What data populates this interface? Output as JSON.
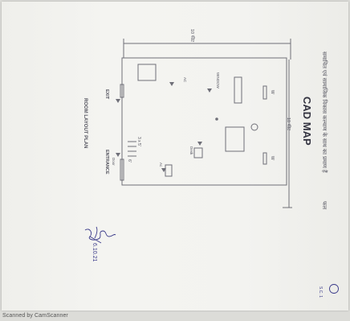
{
  "page": {
    "paper_color": "#f2f2ef",
    "line_color": "#6f6f78",
    "ink_color": "#3a3a8a"
  },
  "header": {
    "hindi_line_1": "समाचित एवं सामाजिक विकास कल्याण के साथ का प्रमाण हैं",
    "hindi_line_2": "फल",
    "title": "CAD MAP"
  },
  "dimensions": {
    "top_dimension": "10 फीट",
    "right_dimension": "10 फीट"
  },
  "rooms": {
    "label_w_left": "W",
    "label_w_right": "W",
    "window_left": "WINDOW",
    "ac_label": "AC",
    "shelf_label": "Ac",
    "door_label": "Door",
    "desk_label": "Desk",
    "stair_marks": "3 x 5'",
    "door_note": "6'"
  },
  "footer_labels": {
    "exit": "EXIT",
    "entrance": "ENTRANCE",
    "plan_title": "ROOM LAYOUT PLAN"
  },
  "signature": {
    "date": "6.10.21"
  },
  "corner_note": "S.C. 1",
  "scanner_footer": "Scanned by CamScanner",
  "icons": [
    "arrow-down-icon",
    "circle-marker-icon",
    "signature-mark"
  ]
}
